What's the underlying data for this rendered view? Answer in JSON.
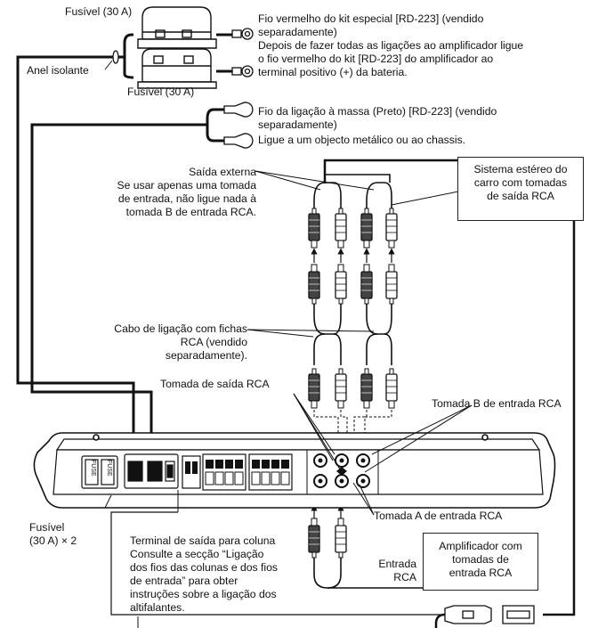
{
  "labels": {
    "fuse_top": "Fusível (30 A)",
    "fuse_mid": "Fusível (30 A)",
    "insulator_ring": "Anel isolante",
    "red_wire_1": "Fio vermelho do kit especial [RD-223] (vendido",
    "red_wire_2": "separadamente)",
    "red_wire_3": "Depois de fazer todas as ligações ao amplificador ligue",
    "red_wire_4": "o fio vermelho do kit [RD-223] do amplificador ao",
    "red_wire_5": "terminal positivo (+) da bateria.",
    "ground_1": "Fio da ligação à massa (Preto) [RD-223] (vendido",
    "ground_2": "separadamente)",
    "ground_3": "Ligue a um objecto metálico ou ao chassis.",
    "ext_out_1": "Saída externa",
    "ext_out_2": "Se usar apenas uma tomada",
    "ext_out_3": "de entrada, não ligue nada à",
    "ext_out_4": "tomada B de entrada RCA.",
    "stereo_1": "Sistema estéreo do",
    "stereo_2": "carro com tomadas",
    "stereo_3": "de saída RCA",
    "cable_1": "Cabo de ligação  com fichas",
    "cable_2": "RCA (vendido",
    "cable_3": "separadamente).",
    "rca_out_jack": "Tomada de saída RCA",
    "rca_in_b": "Tomada B de entrada RCA",
    "rca_in_a": "Tomada A de entrada RCA",
    "fuse_bottom_1": "Fusível",
    "fuse_bottom_2": "(30 A) × 2",
    "speaker_1": "Terminal de saída para coluna",
    "speaker_2": "Consulte a secção “Ligação",
    "speaker_3": "dos fios das colunas e dos fios",
    "speaker_4": "de entrada” para obter",
    "speaker_5": "instruções sobre a ligação dos",
    "speaker_6": "altifalantes.",
    "amp_box_1": "Amplificador com",
    "amp_box_2": "tomadas de",
    "amp_box_3": "entrada RCA",
    "input_rca_1": "Entrada",
    "input_rca_2": "RCA",
    "amp_fuse_1": "FUSE",
    "amp_fuse_2": "FUSE"
  }
}
